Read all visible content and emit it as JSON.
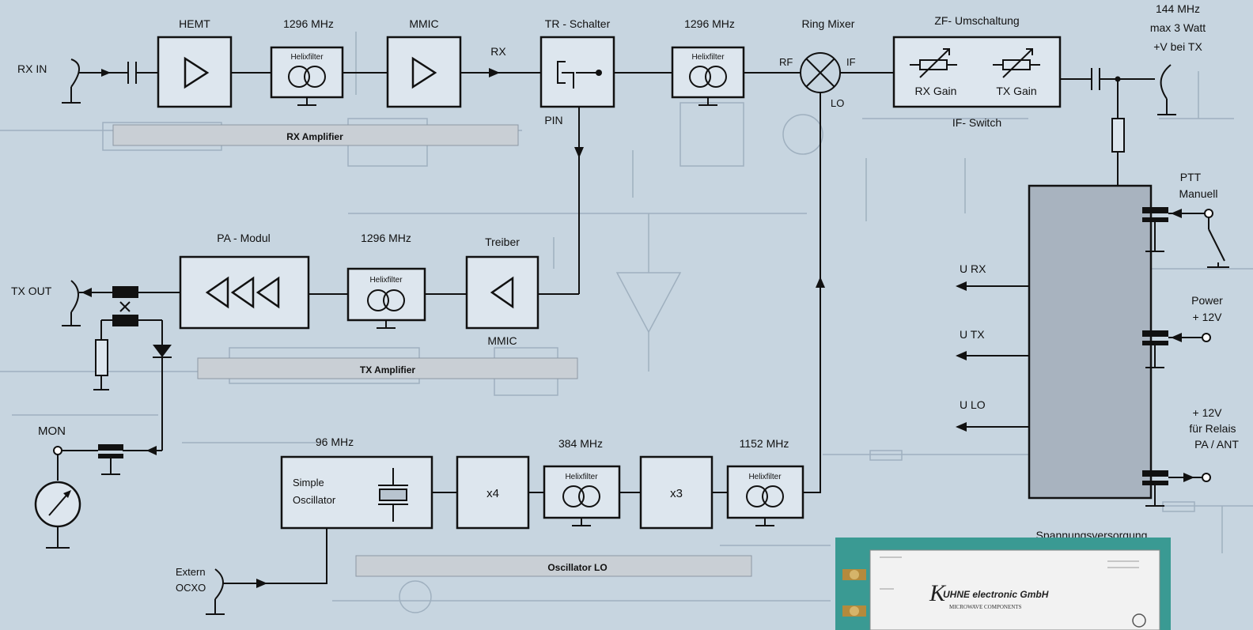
{
  "labels": {
    "rx_in": "RX IN",
    "tx_out": "TX OUT",
    "mon": "MON",
    "extern1": "Extern",
    "extern2": "OCXO",
    "hemt": "HEMT",
    "freq_rx_filter": "1296 MHz",
    "mmic_rx": "MMIC",
    "tr_schalter": "TR - Schalter",
    "freq_rx_filter2": "1296 MHz",
    "ring_mixer": "Ring Mixer",
    "zf_umschaltung": "ZF- Umschaltung",
    "if_top1": "144 MHz",
    "if_top2": "max 3 Watt",
    "if_top3": "+V bei TX",
    "helix1": "Helixfilter",
    "helix2": "Helixfilter",
    "helix3": "Helixfilter",
    "helix4": "Helixfilter",
    "helix5": "Helixfilter",
    "rx_arrow": "RX",
    "pin": "PIN",
    "rf": "RF",
    "if": "IF",
    "lo": "LO",
    "rx_gain": "RX Gain",
    "tx_gain": "TX Gain",
    "if_switch": "IF- Switch",
    "rx_amplifier": "RX Amplifier",
    "pa_modul": "PA - Modul",
    "freq_tx_filter": "1296 MHz",
    "treiber": "Treiber",
    "mmic_tx": "MMIC",
    "tx_amplifier": "TX Amplifier",
    "ptt1": "PTT",
    "ptt2": "Manuell",
    "u_rx": "U  RX",
    "u_tx": "U  TX",
    "u_lo": "U  LO",
    "power1": "Power",
    "power2": "+ 12V",
    "relais1": "+ 12V",
    "relais2": "für Relais",
    "relais3": "PA / ANT",
    "osc_freq": "96 MHz",
    "simple1": "Simple",
    "simple2": "Oscillator",
    "x4": "x4",
    "freq_384": "384 MHz",
    "x3": "x3",
    "freq_1152": "1152 MHz",
    "oscillator_lo": "Oscillator  LO",
    "spannungsversorgung": "Spannungsversorgung",
    "kuhne_brand": "UHNE electronic GmbH",
    "kuhne_sub": "MICROWAVE COMPONENTS"
  }
}
